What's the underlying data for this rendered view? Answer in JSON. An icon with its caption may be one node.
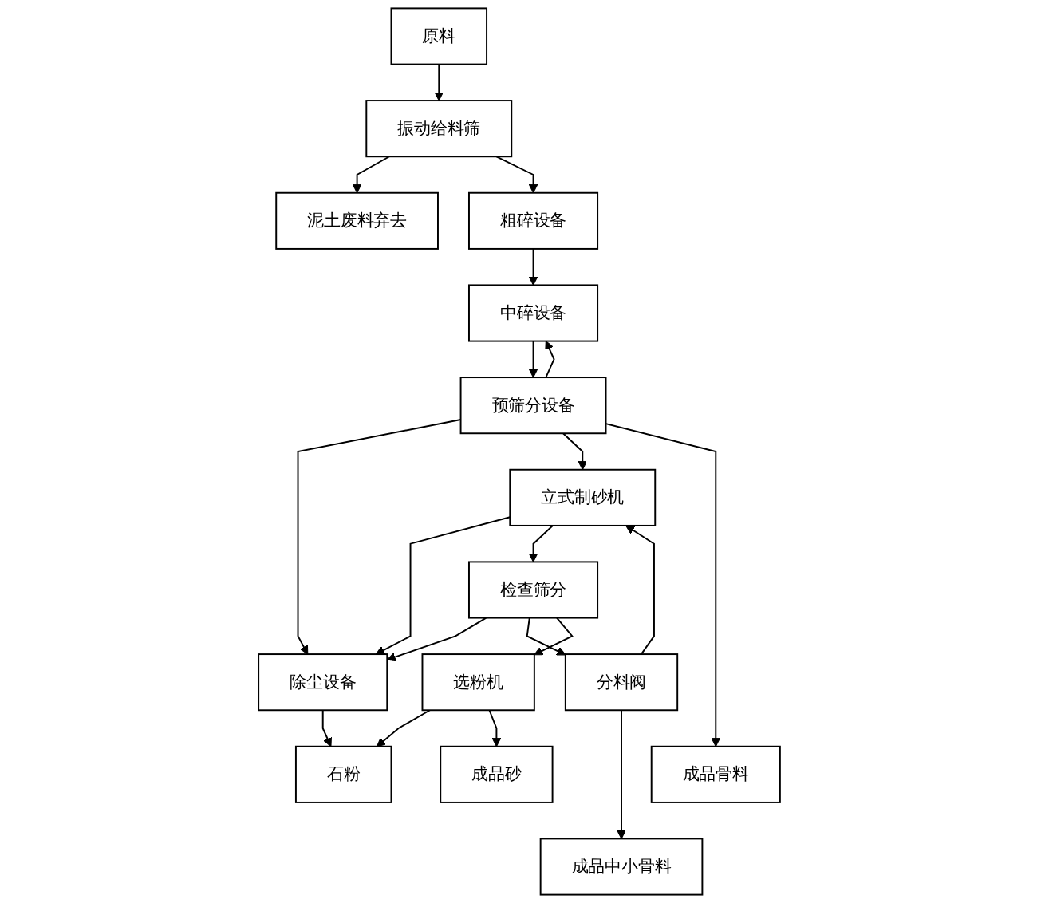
{
  "diagram": {
    "nodes": [
      {
        "text": [
          "原料"
        ]
      },
      {
        "text": [
          "振动给料筛"
        ]
      },
      {
        "text": [
          "泥土废料弃去"
        ]
      },
      {
        "text": [
          "粗碎设备"
        ]
      },
      {
        "text": [
          "中碎设备"
        ]
      },
      {
        "text": [
          "预筛分设备"
        ]
      },
      {
        "text": [
          "立式制砂机"
        ]
      },
      {
        "text": [
          "检查筛分"
        ]
      },
      {
        "text": [
          "分料阀"
        ]
      },
      {
        "text": [
          "除尘设备"
        ]
      },
      {
        "text": [
          "选粉机"
        ]
      },
      {
        "text": [
          "石粉"
        ]
      },
      {
        "text": [
          "成品砂"
        ]
      },
      {
        "text": [
          "成品中小骨料"
        ]
      },
      {
        "text": [
          "成品骨料"
        ]
      }
    ],
    "edges": [
      {
        "from": 0,
        "to": 1,
        "arrow": "to"
      },
      {
        "from": 1,
        "to": 2,
        "arrow": "to"
      },
      {
        "from": 1,
        "to": 3,
        "arrow": "to"
      },
      {
        "from": 3,
        "to": 4,
        "arrow": "to"
      },
      {
        "from": 4,
        "to": 5,
        "arrow": "to"
      },
      {
        "from": 5,
        "to": 4,
        "arrow": "to"
      },
      {
        "from": 5,
        "to": 9,
        "arrow": "to"
      },
      {
        "from": 5,
        "to": 6,
        "arrow": "to"
      },
      {
        "from": 5,
        "to": 14,
        "arrow": "to"
      },
      {
        "from": 6,
        "to": 9,
        "arrow": "to"
      },
      {
        "from": 6,
        "to": 7,
        "arrow": "to"
      },
      {
        "from": 7,
        "to": 9,
        "arrow": "to"
      },
      {
        "from": 7,
        "to": 8,
        "arrow": "to"
      },
      {
        "from": 8,
        "to": 6,
        "arrow": "to"
      },
      {
        "from": 7,
        "to": 10,
        "arrow": "to"
      },
      {
        "from": 9,
        "to": 11,
        "arrow": "to"
      },
      {
        "from": 10,
        "to": 11,
        "arrow": "to"
      },
      {
        "from": 10,
        "to": 12,
        "arrow": "to"
      },
      {
        "from": 8,
        "to": 13,
        "arrow": "to"
      }
    ]
  }
}
